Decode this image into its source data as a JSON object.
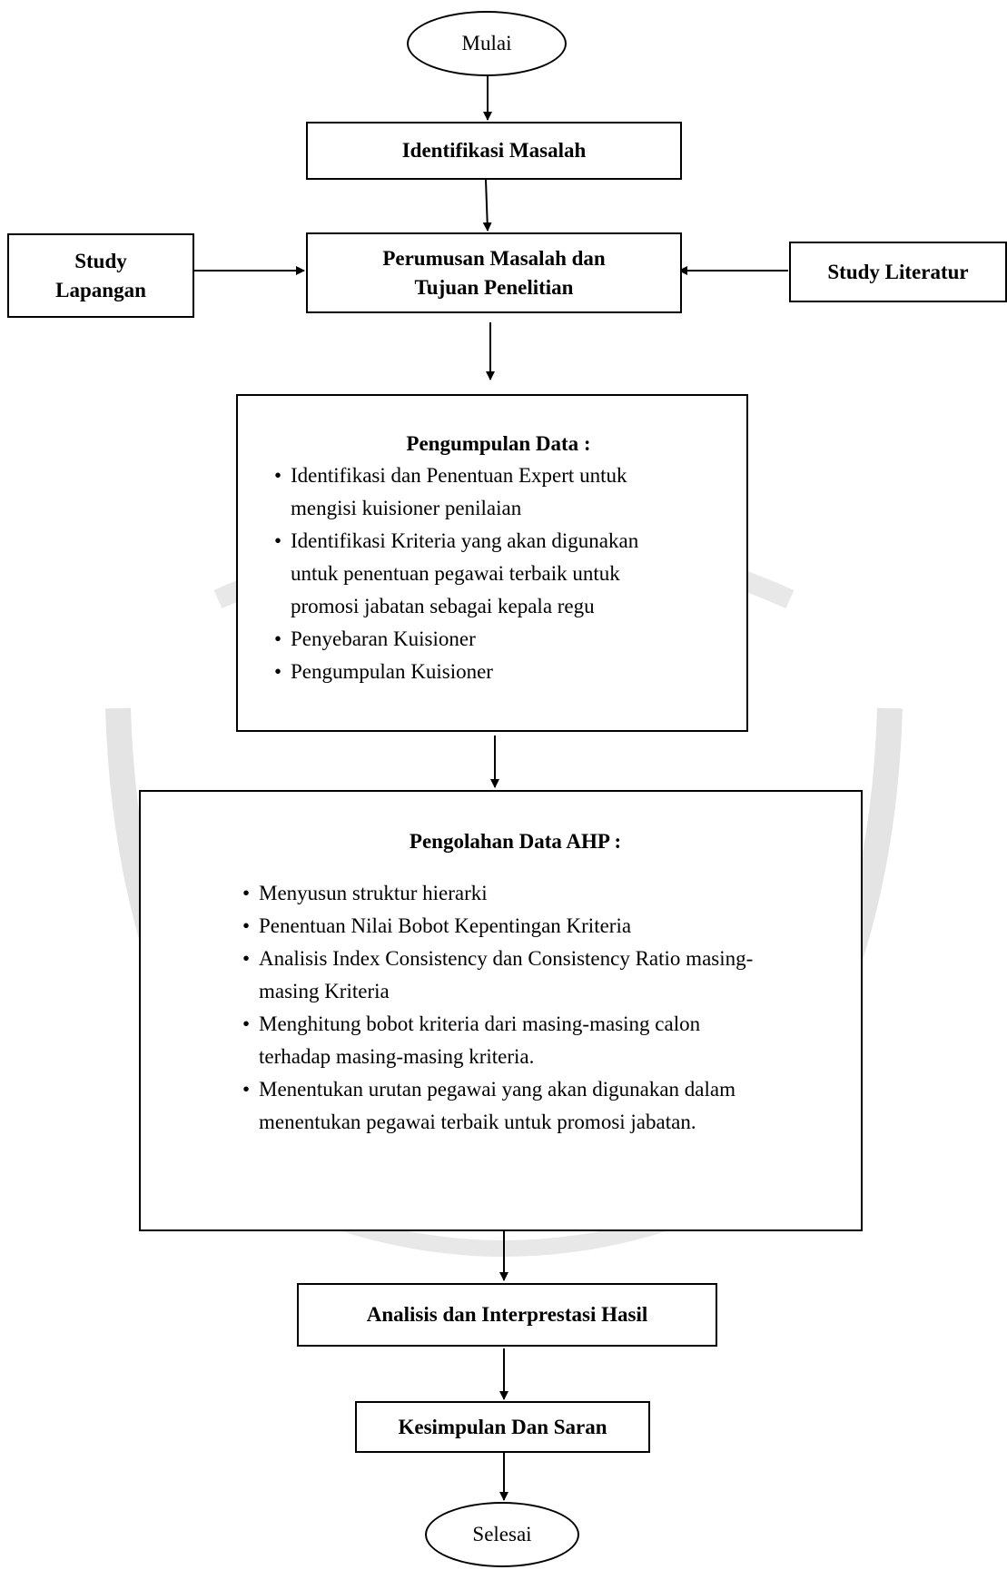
{
  "flowchart": {
    "start": "Mulai",
    "identifikasi": "Identifikasi Masalah",
    "perumusan": [
      "Perumusan Masalah dan",
      "Tujuan Penelitian"
    ],
    "study_lapangan": [
      "Study",
      "Lapangan"
    ],
    "study_literatur": "Study Literatur",
    "pengumpulan": {
      "title": "Pengumpulan Data :",
      "items": [
        [
          "Identifikasi dan Penentuan Expert untuk",
          "mengisi kuisioner penilaian"
        ],
        [
          "Identifikasi Kriteria yang akan digunakan",
          "untuk penentuan pegawai terbaik untuk",
          "promosi jabatan sebagai kepala regu"
        ],
        [
          "Penyebaran Kuisioner"
        ],
        [
          "Pengumpulan Kuisioner"
        ]
      ]
    },
    "pengolahan": {
      "title": "Pengolahan Data AHP :",
      "items": [
        [
          "Menyusun struktur hierarki"
        ],
        [
          "Penentuan Nilai Bobot Kepentingan Kriteria"
        ],
        [
          "Analisis Index Consistency dan Consistency Ratio masing-",
          "masing Kriteria"
        ],
        [
          "Menghitung bobot kriteria dari masing-masing calon",
          "terhadap masing-masing kriteria."
        ],
        [
          "Menentukan urutan pegawai yang akan digunakan dalam",
          "menentukan pegawai terbaik untuk promosi jabatan."
        ]
      ]
    },
    "analisis": "Analisis dan Interprestasi Hasil",
    "kesimpulan": "Kesimpulan Dan Saran",
    "end": "Selesai"
  }
}
